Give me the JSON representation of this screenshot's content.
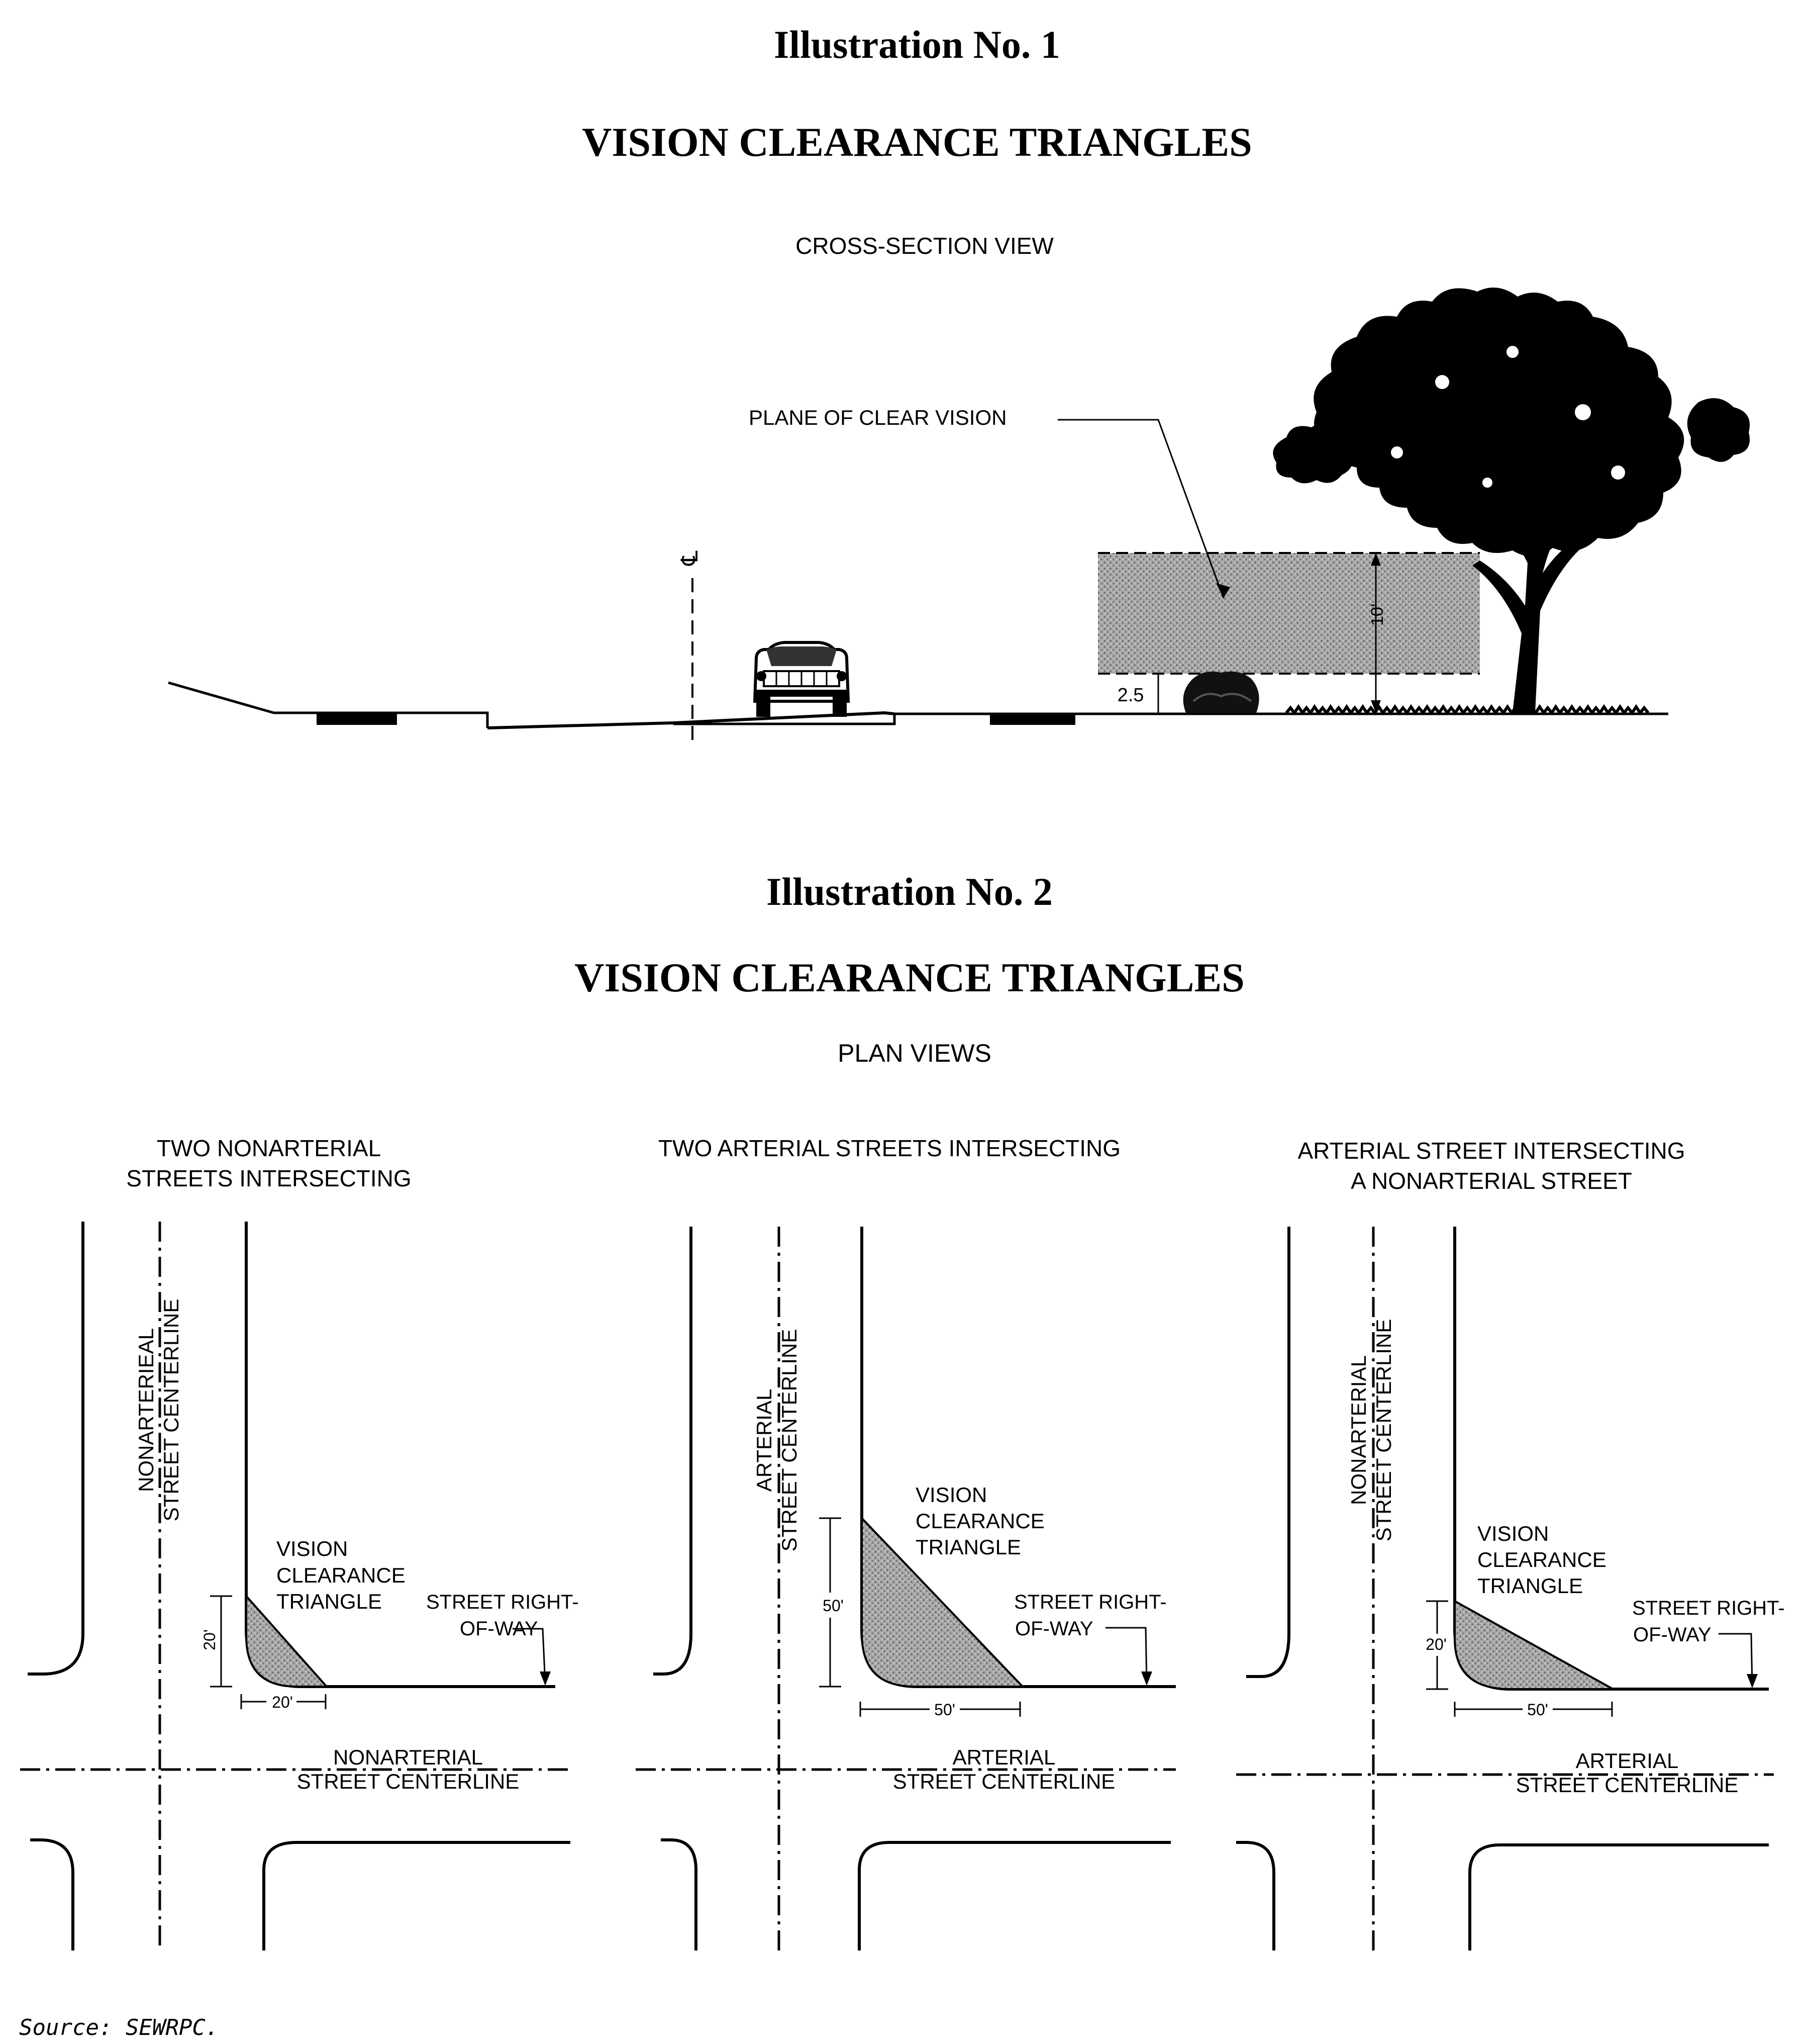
{
  "illustration1": {
    "title": "Illustration No. 1",
    "subtitle": "VISION CLEARANCE TRIANGLES",
    "view_label": "CROSS-SECTION VIEW",
    "plane_label": "PLANE OF CLEAR VISION",
    "centerline_symbol": "℄",
    "dim_low": "2.5",
    "dim_high": "10'"
  },
  "illustration2": {
    "title": "Illustration No. 2",
    "subtitle": "VISION CLEARANCE TRIANGLES",
    "view_label": "PLAN VIEWS",
    "panels": [
      {
        "heading_line1": "TWO NONARTERIAL",
        "heading_line2": "STREETS INTERSECTING",
        "vertical_label_line1": "NONARTERIEAL",
        "vertical_label_line2": "STREET CENTERLINE",
        "triangle_label_line1": "VISION",
        "triangle_label_line2": "CLEARANCE",
        "triangle_label_line3": "TRIANGLE",
        "row_label_line1": "STREET RIGHT-",
        "row_label_line2": "OF-WAY",
        "vertical_dim": "20'",
        "horizontal_dim": "20'",
        "bottom_label_line1": "NONARTERIAL",
        "bottom_label_line2": "STREET CENTERLINE"
      },
      {
        "heading_line1": "TWO ARTERIAL STREETS INTERSECTING",
        "heading_line2": "",
        "vertical_label_line1": "ARTERIAL",
        "vertical_label_line2": "STREET CENTERLINE",
        "triangle_label_line1": "VISION",
        "triangle_label_line2": "CLEARANCE",
        "triangle_label_line3": "TRIANGLE",
        "row_label_line1": "STREET RIGHT-",
        "row_label_line2": "OF-WAY",
        "vertical_dim": "50'",
        "horizontal_dim": "50'",
        "bottom_label_line1": "ARTERIAL",
        "bottom_label_line2": "STREET CENTERLINE"
      },
      {
        "heading_line1": "ARTERIAL STREET INTERSECTING",
        "heading_line2": "A NONARTERIAL STREET",
        "vertical_label_line1": "NONARTERIAL",
        "vertical_label_line2": "STREET CENTERLINE",
        "triangle_label_line1": "VISION",
        "triangle_label_line2": "CLEARANCE",
        "triangle_label_line3": "TRIANGLE",
        "row_label_line1": "STREET RIGHT-",
        "row_label_line2": "OF-WAY",
        "vertical_dim": "20'",
        "horizontal_dim": "50'",
        "bottom_label_line1": "ARTERIAL",
        "bottom_label_line2": "STREET CENTERLINE"
      }
    ]
  },
  "source_note": "Source: SEWRPC.",
  "colors": {
    "ink": "#000000",
    "hatch": "#9a9a9a",
    "paper": "#ffffff"
  }
}
